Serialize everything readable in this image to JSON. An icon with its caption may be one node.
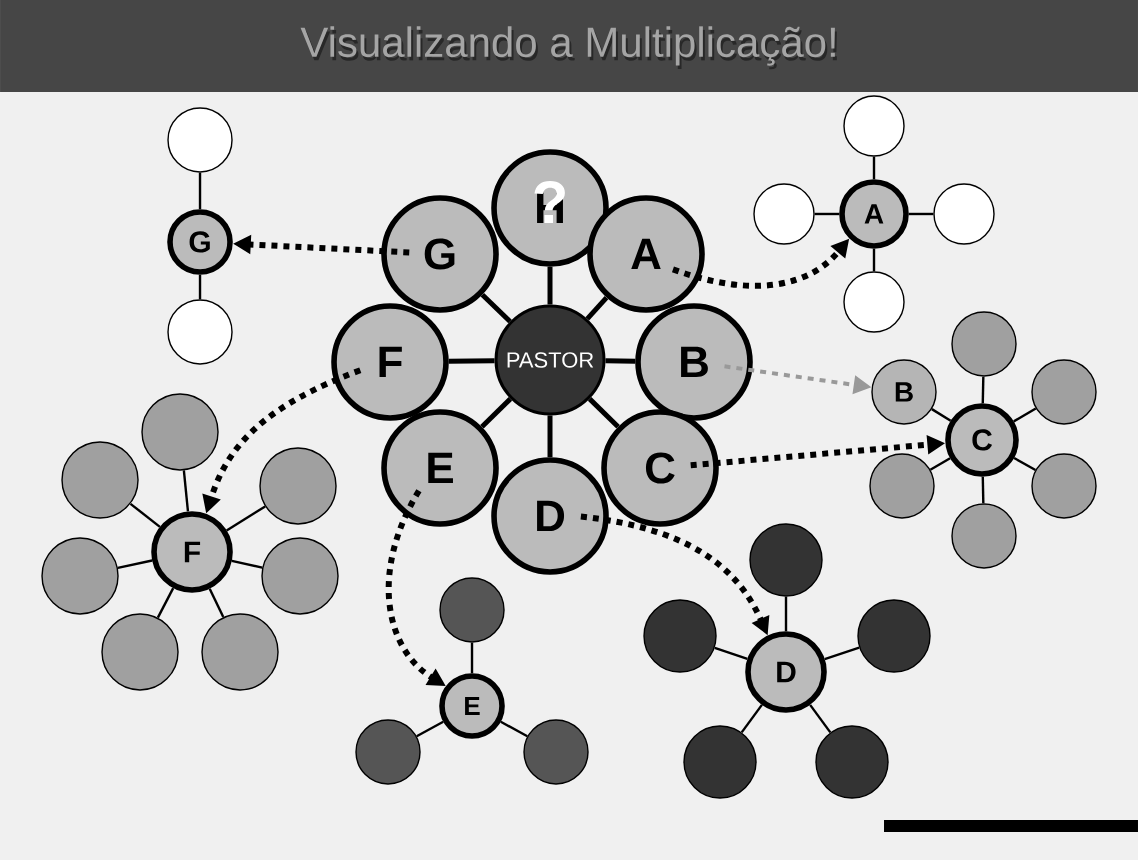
{
  "diagram": {
    "title": "Visualizando a Multiplicação!",
    "nodes": [
      {
        "text": [
          "PASTOR"
        ]
      },
      {
        "text": [
          "H",
          "?"
        ]
      },
      {
        "text": [
          "A"
        ]
      },
      {
        "text": [
          "B"
        ]
      },
      {
        "text": [
          "C"
        ]
      },
      {
        "text": [
          "D"
        ]
      },
      {
        "text": [
          "E"
        ]
      },
      {
        "text": [
          "F"
        ]
      },
      {
        "text": [
          "G"
        ]
      },
      {
        "text": [
          "G"
        ]
      },
      {
        "text": [],
        "shape": "circle"
      },
      {
        "text": [],
        "shape": "circle"
      },
      {
        "text": [
          "A"
        ]
      },
      {
        "text": [],
        "shape": "circle"
      },
      {
        "text": [],
        "shape": "circle"
      },
      {
        "text": [],
        "shape": "circle"
      },
      {
        "text": [],
        "shape": "circle"
      },
      {
        "text": [
          "B"
        ]
      },
      {
        "text": [
          "C"
        ]
      },
      {
        "text": [],
        "shape": "circle"
      },
      {
        "text": [],
        "shape": "circle"
      },
      {
        "text": [],
        "shape": "circle"
      },
      {
        "text": [],
        "shape": "circle"
      },
      {
        "text": [],
        "shape": "circle"
      },
      {
        "text": [
          "D"
        ]
      },
      {
        "text": [],
        "shape": "circle"
      },
      {
        "text": [],
        "shape": "circle"
      },
      {
        "text": [],
        "shape": "circle"
      },
      {
        "text": [],
        "shape": "circle"
      },
      {
        "text": [],
        "shape": "circle"
      },
      {
        "text": [
          "E"
        ]
      },
      {
        "text": [],
        "shape": "circle"
      },
      {
        "text": [],
        "shape": "circle"
      },
      {
        "text": [],
        "shape": "circle"
      },
      {
        "text": [
          "F"
        ]
      },
      {
        "text": [],
        "shape": "circle"
      },
      {
        "text": [],
        "shape": "circle"
      },
      {
        "text": [],
        "shape": "circle"
      },
      {
        "text": [],
        "shape": "circle"
      },
      {
        "text": [],
        "shape": "circle"
      },
      {
        "text": [],
        "shape": "circle"
      },
      {
        "text": [],
        "shape": "circle"
      }
    ],
    "edges": [
      {
        "from": 0,
        "to": 1,
        "arrow": "none"
      },
      {
        "from": 0,
        "to": 2,
        "arrow": "none"
      },
      {
        "from": 0,
        "to": 3,
        "arrow": "none"
      },
      {
        "from": 0,
        "to": 4,
        "arrow": "none"
      },
      {
        "from": 0,
        "to": 5,
        "arrow": "none"
      },
      {
        "from": 0,
        "to": 6,
        "arrow": "none"
      },
      {
        "from": 0,
        "to": 7,
        "arrow": "none"
      },
      {
        "from": 0,
        "to": 8,
        "arrow": "none"
      },
      {
        "from": 8,
        "to": 9,
        "arrow": "to",
        "style": "dashed"
      },
      {
        "from": 2,
        "to": 12,
        "arrow": "to",
        "style": "dashed"
      },
      {
        "from": 3,
        "to": 17,
        "arrow": "to",
        "style": "dashed",
        "color": "#999999"
      },
      {
        "from": 4,
        "to": 18,
        "arrow": "to",
        "style": "dashed"
      },
      {
        "from": 5,
        "to": 24,
        "arrow": "to",
        "style": "dashed"
      },
      {
        "from": 6,
        "to": 30,
        "arrow": "to",
        "style": "dashed"
      },
      {
        "from": 7,
        "to": 34,
        "arrow": "to",
        "style": "dashed"
      },
      {
        "from": 9,
        "to": 10,
        "arrow": "none"
      },
      {
        "from": 9,
        "to": 11,
        "arrow": "none"
      },
      {
        "from": 12,
        "to": 13,
        "arrow": "none"
      },
      {
        "from": 12,
        "to": 14,
        "arrow": "none"
      },
      {
        "from": 12,
        "to": 15,
        "arrow": "none"
      },
      {
        "from": 12,
        "to": 16,
        "arrow": "none"
      },
      {
        "from": 18,
        "to": 17,
        "arrow": "none"
      },
      {
        "from": 18,
        "to": 19,
        "arrow": "none"
      },
      {
        "from": 18,
        "to": 20,
        "arrow": "none"
      },
      {
        "from": 18,
        "to": 21,
        "arrow": "none"
      },
      {
        "from": 18,
        "to": 22,
        "arrow": "none"
      },
      {
        "from": 18,
        "to": 23,
        "arrow": "none"
      },
      {
        "from": 24,
        "to": 25,
        "arrow": "none"
      },
      {
        "from": 24,
        "to": 26,
        "arrow": "none"
      },
      {
        "from": 24,
        "to": 27,
        "arrow": "none"
      },
      {
        "from": 24,
        "to": 28,
        "arrow": "none"
      },
      {
        "from": 24,
        "to": 29,
        "arrow": "none"
      },
      {
        "from": 30,
        "to": 31,
        "arrow": "none"
      },
      {
        "from": 30,
        "to": 32,
        "arrow": "none"
      },
      {
        "from": 30,
        "to": 33,
        "arrow": "none"
      },
      {
        "from": 34,
        "to": 35,
        "arrow": "none"
      },
      {
        "from": 34,
        "to": 36,
        "arrow": "none"
      },
      {
        "from": 34,
        "to": 37,
        "arrow": "none"
      },
      {
        "from": 34,
        "to": 38,
        "arrow": "none"
      },
      {
        "from": 34,
        "to": 39,
        "arrow": "none"
      },
      {
        "from": 34,
        "to": 40,
        "arrow": "none"
      },
      {
        "from": 34,
        "to": 41,
        "arrow": "none"
      }
    ]
  }
}
